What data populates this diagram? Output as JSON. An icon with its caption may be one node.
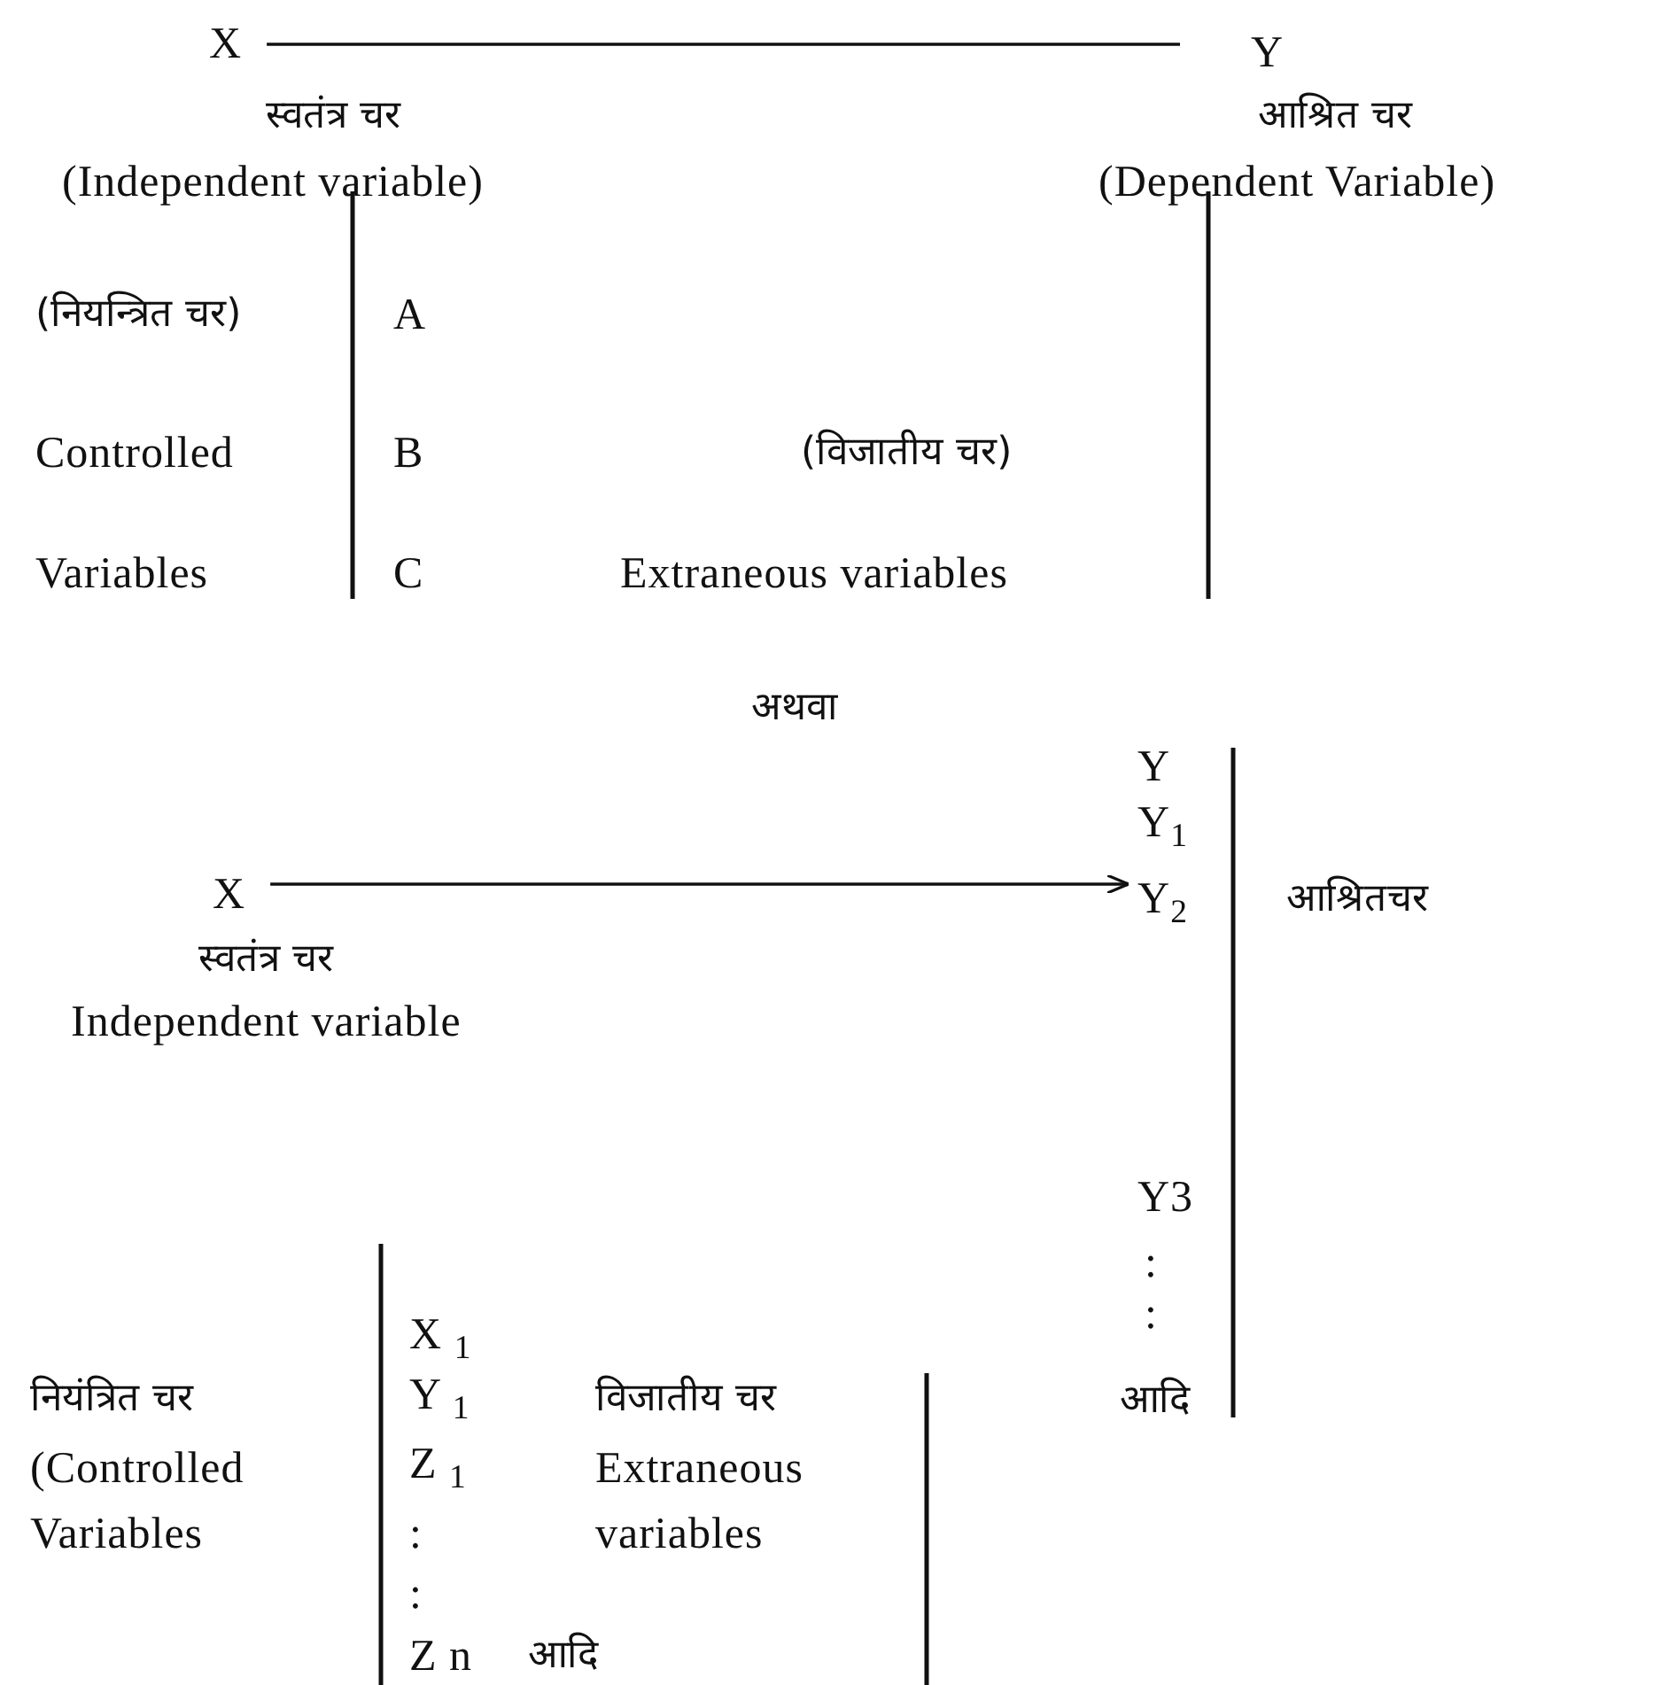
{
  "diagram": {
    "nodes": [
      {
        "text": [
          "X"
        ]
      },
      {
        "text": [
          "Y"
        ]
      },
      {
        "text": [
          "X"
        ]
      },
      {
        "text": [
          "Y$_{2}$"
        ]
      }
    ],
    "edges": [
      {
        "from": 0,
        "to": 1,
        "arrow": "none"
      },
      {
        "from": 2,
        "to": 3,
        "arrow": "to"
      }
    ],
    "labels": [
      "स्वतंत्र चर",
      "आश्रित चर",
      "(Independent variable)",
      "(Dependent Variable)",
      "(नियन्त्रित चर)",
      "A",
      "Controlled",
      "B",
      "(विजातीय चर)",
      "Variables",
      "C",
      "Extraneous variables",
      "अथवा",
      "Y",
      "Y$_{1}$",
      "आश्रितचर",
      "स्वतंत्र चर",
      "Independent variable",
      "Y3",
      ":",
      ":",
      "आदि",
      "X $_{1}$",
      "नियंत्रित चर",
      "Y $_{1}$",
      "विजातीय चर",
      "(Controlled",
      "Z $_{1}$",
      "Extraneous",
      "Variables",
      ":",
      "variables",
      ":",
      "Z n",
      "आदि"
    ]
  }
}
